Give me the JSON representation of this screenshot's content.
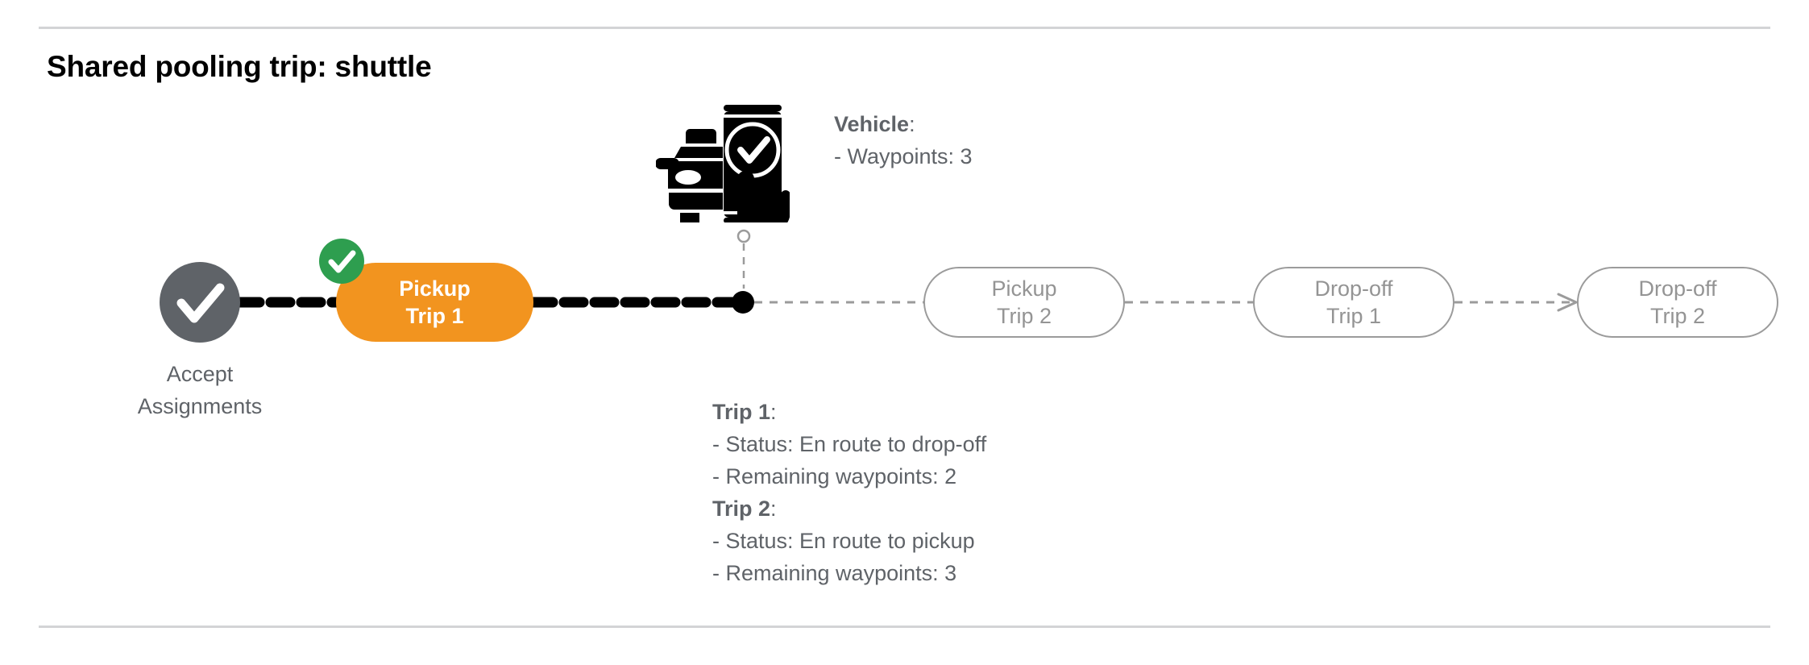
{
  "page": {
    "title": "Shared pooling trip: shuttle",
    "background": "#ffffff"
  },
  "colors": {
    "active_pill": "#f2941f",
    "idle_pill_border": "#9b9b9b",
    "idle_pill_text": "#949494",
    "accept_node": "#5f6368",
    "badge_green": "#2e9e4f",
    "text_gray": "#5f6368",
    "rule_gray": "#d3d4d6",
    "completed_path": "#000000",
    "pending_path": "#9b9b9b"
  },
  "vehicle": {
    "icon": "car-phone-check-hand-icon",
    "label": "Vehicle",
    "label_suffix": ":",
    "detail": "- Waypoints: 3",
    "marker_icon": "vehicle-position-marker-icon"
  },
  "timeline": {
    "start_node": {
      "icon": "check-circle-icon",
      "label_line1": "Accept",
      "label_line2": "Assignments"
    },
    "stops": [
      {
        "id": "pickup-trip-1",
        "line1": "Pickup",
        "line2": "Trip 1",
        "state": "active",
        "badge": "completed-check-badge-icon"
      },
      {
        "id": "pickup-trip-2",
        "line1": "Pickup",
        "line2": "Trip 2",
        "state": "pending"
      },
      {
        "id": "dropoff-trip-1",
        "line1": "Drop-off",
        "line2": "Trip 1",
        "state": "pending"
      },
      {
        "id": "dropoff-trip-2",
        "line1": "Drop-off",
        "line2": "Trip 2",
        "state": "pending"
      }
    ]
  },
  "trips": [
    {
      "label": "Trip 1",
      "label_suffix": ":",
      "status": "- Status:  En route to drop-off",
      "waypoints": "- Remaining waypoints: 2"
    },
    {
      "label": "Trip 2",
      "label_suffix": ":",
      "status": "- Status:  En route to pickup",
      "waypoints": "- Remaining waypoints: 3"
    }
  ]
}
